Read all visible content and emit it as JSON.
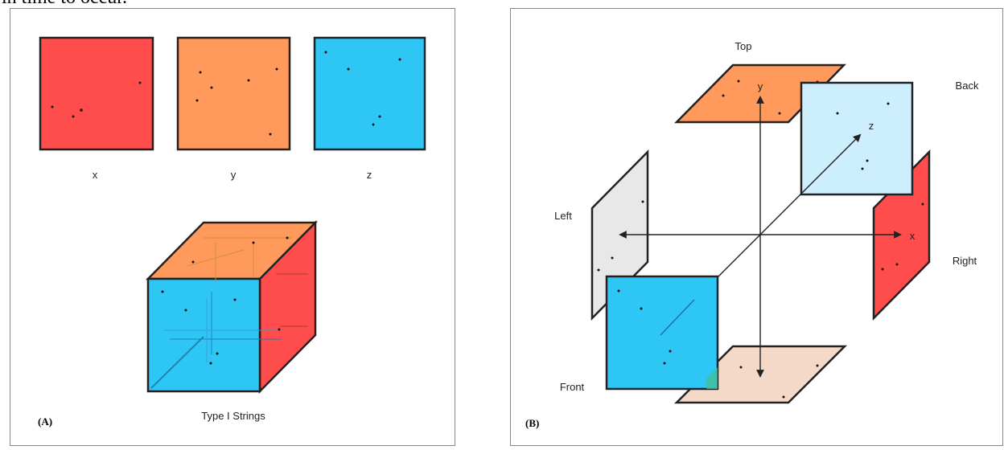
{
  "top_fragment": "in time to occur.",
  "panel_a": {
    "label": "(A)",
    "squares": [
      {
        "label": "x",
        "color": "#ff4d4d"
      },
      {
        "label": "y",
        "color": "#ff9a5c"
      },
      {
        "label": "z",
        "color": "#2ec6f5"
      }
    ],
    "cube_caption": "Type I Strings"
  },
  "panel_b": {
    "label": "(B)",
    "faces": {
      "top": "Top",
      "back": "Back",
      "left": "Left",
      "right": "Right",
      "front": "Front"
    },
    "axes": {
      "x": "x",
      "y": "y",
      "z": "z"
    }
  },
  "colors": {
    "red": "#ff4d4d",
    "orange": "#ff9a5c",
    "blue": "#2ec6f5",
    "light_blue": "#cdeefc",
    "light_gray": "#e8e8e8",
    "tan": "#f5d9c8"
  }
}
